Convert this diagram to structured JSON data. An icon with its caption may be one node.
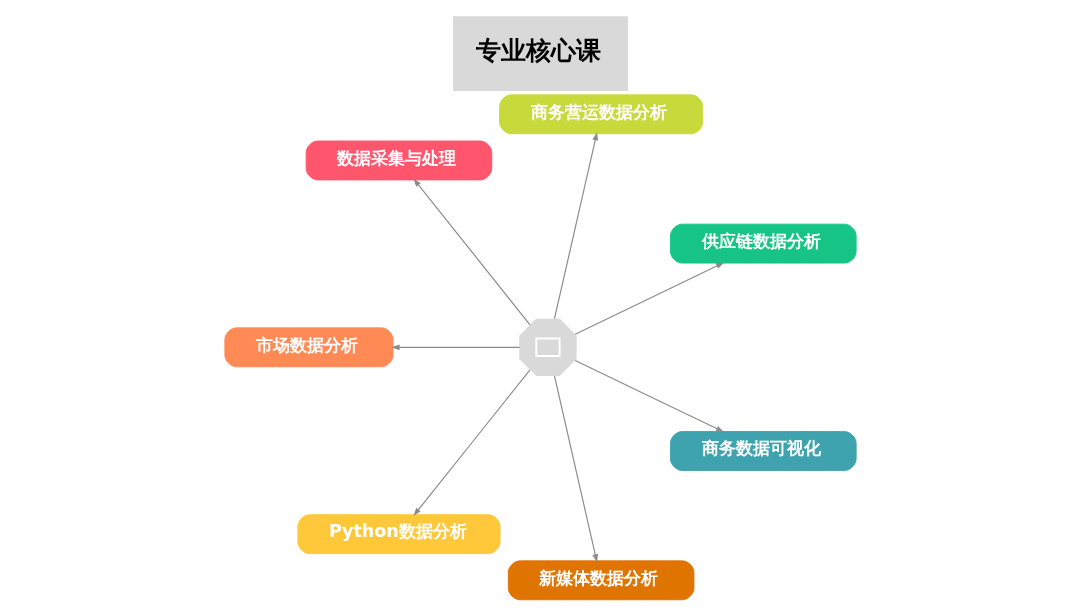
{
  "diagram": {
    "title": "专业核心课",
    "nodes": [
      {
        "text": [
          "数据采集与处理"
        ]
      },
      {
        "text": [
          "商务营运数据分析"
        ]
      },
      {
        "text": [
          "市场数据分析"
        ]
      },
      {
        "text": [],
        "shape": "picture"
      },
      {
        "text": [
          "供应链数据分析"
        ]
      },
      {
        "text": [
          "Python数据分析"
        ]
      },
      {
        "text": [
          "商务数据可视化"
        ]
      },
      {
        "text": [
          "新媒体数据分析"
        ]
      }
    ],
    "edges": [
      {
        "from": 3,
        "to": 0,
        "arrow": "to"
      },
      {
        "from": 3,
        "to": 1,
        "arrow": "to"
      },
      {
        "from": 3,
        "to": 4,
        "arrow": "to"
      },
      {
        "from": 3,
        "to": 6,
        "arrow": "to"
      },
      {
        "from": 3,
        "to": 7,
        "arrow": "to"
      },
      {
        "from": 3,
        "to": 5,
        "arrow": "to"
      },
      {
        "from": 3,
        "to": 2,
        "arrow": "to"
      }
    ]
  }
}
